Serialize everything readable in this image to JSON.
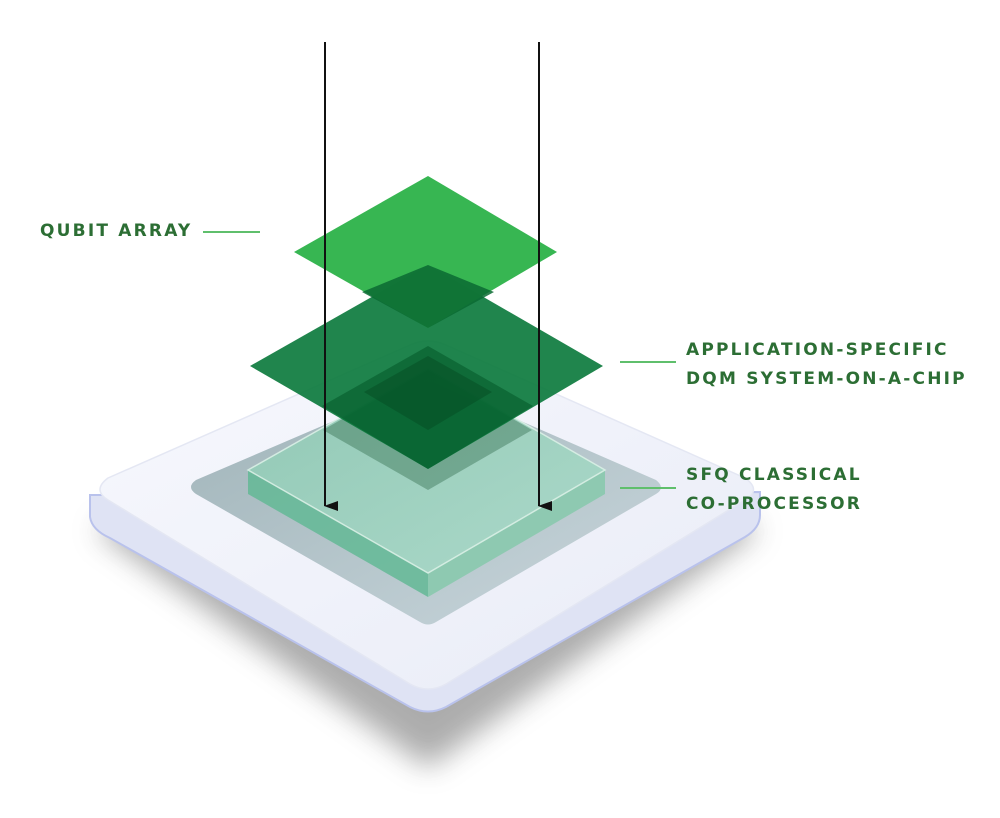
{
  "labels": {
    "qubit_array": "QUBIT ARRAY",
    "asic_line1": "APPLICATION-SPECIFIC",
    "asic_line2": "DQM SYSTEM-ON-A-CHIP",
    "sfq_line1": "SFQ CLASSICAL",
    "sfq_line2": "CO-PROCESSOR"
  },
  "colors": {
    "label_text": "#2c6e34",
    "leader_line": "#5fbf6c",
    "qubit_layer": "#33b54d",
    "asic_layer": "#0b7a3a",
    "sfq_layer": "#7cc6a8",
    "base_plate": "#eef1fa",
    "base_edge": "#b9c2ec",
    "arrow": "#111111"
  }
}
